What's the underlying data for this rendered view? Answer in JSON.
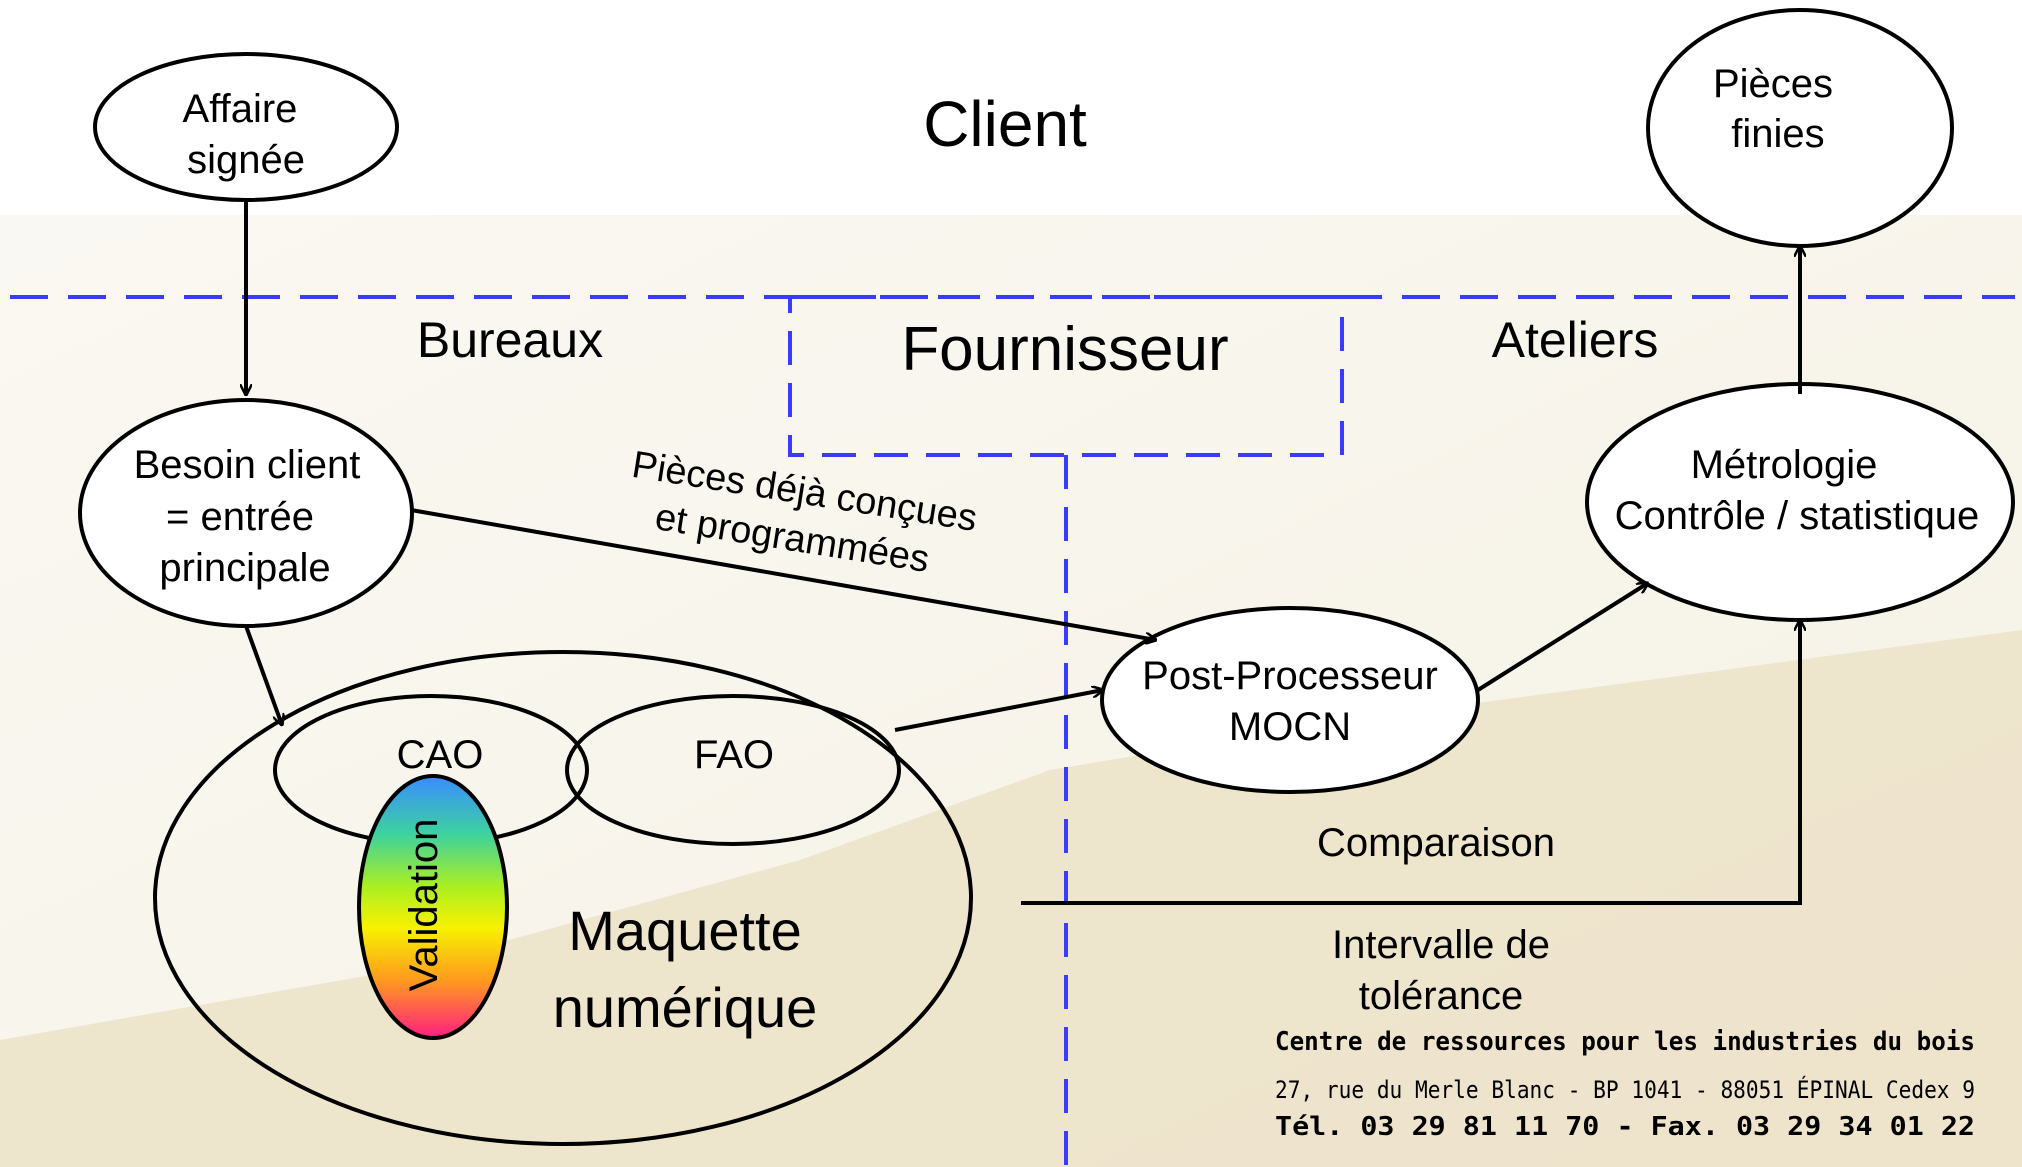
{
  "zones": {
    "client": "Client",
    "bureaux": "Bureaux",
    "fournisseur": "Fournisseur",
    "ateliers": "Ateliers"
  },
  "nodes": {
    "affaire": [
      "Affaire",
      "signée"
    ],
    "pieces_finies": [
      "Pièces",
      "finies"
    ],
    "besoin": [
      "Besoin client",
      "= entrée",
      "principale"
    ],
    "metrologie": [
      "Métrologie",
      "Contrôle / statistique"
    ],
    "post_processeur": [
      "Post-Processeur",
      "MOCN"
    ],
    "cao": "CAO",
    "fao": "FAO",
    "validation": "Validation",
    "maquette": [
      "Maquette",
      "numérique"
    ]
  },
  "edge_labels": {
    "pieces_deja": [
      "Pièces déjà conçues",
      "et programmées"
    ],
    "comparaison": "Comparaison",
    "intervalle": [
      "Intervalle de",
      "tolérance"
    ]
  },
  "footer": {
    "line1": "Centre de ressources pour les industries du bois",
    "line2": "27, rue du Merle Blanc - BP 1041 - 88051 ÉPINAL Cedex 9",
    "line3": "Tél.  03  29  81  11  70  -  Fax.  03  29  34  01  22"
  },
  "colors": {
    "dash_blue": "#3b3bff",
    "bg_band": "#ede5cf",
    "validation_gradient": [
      "#3a8cff",
      "#3cd2a0",
      "#aaee22",
      "#f7f200",
      "#ff9a1e",
      "#ff1e82"
    ]
  }
}
